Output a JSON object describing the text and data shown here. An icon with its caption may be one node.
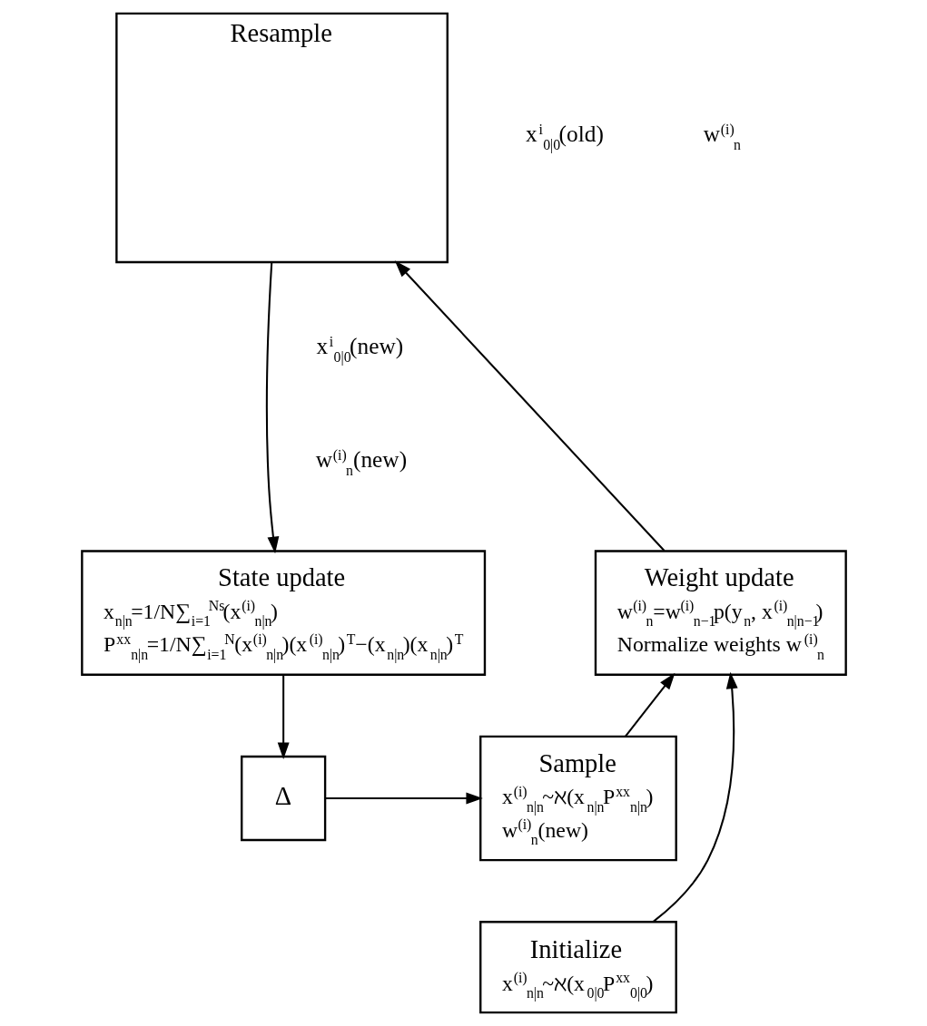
{
  "diagram": {
    "nodes": [
      {
        "text": [
          "Resample"
        ]
      },
      {
        "text": [
          "State update",
          "x$_{n|n}$=1/N∑$_{i=1}$$^{Ns}$(x$^{(i)}$$_{n|n}$)",
          "P$^{xx}$$_{n|n}$=1/N∑$_{i=1}$$^{N}$(x$^{(i)}$$_{n|n}$)(x$^{(i)}$$_{n|n}$)$^{T}$−(x$_{n|n}$)(x$_{n|n}$)$^{T}$"
        ]
      },
      {
        "text": [
          "Δ"
        ]
      },
      {
        "text": [
          "Sample",
          "x$^{(i)}$$_{n|n}$~ℵ(x$_{n|n}$P$^{xx}$$_{n|n}$)",
          "w$^{(i)}$$_{n}$(new)"
        ]
      },
      {
        "text": [
          "Initialize",
          "x$^{(i)}$$_{n|n}$~ℵ(x$_{0|0}$P$^{xx}$$_{0|0}$)"
        ]
      },
      {
        "text": [
          "Weight update",
          "w$^{(i)}$$_{n}$=w$^{(i)}$$_{n−1}$p(y$_{n}$, x$^{(i)}$$_{n|n−1}$)",
          "Normalize weights w$^{(i)}$$_{n}$"
        ]
      }
    ],
    "edges": [
      {
        "from": 0,
        "to": 1,
        "arrow": "to"
      },
      {
        "from": 1,
        "to": 2,
        "arrow": "to"
      },
      {
        "from": 2,
        "to": 3,
        "arrow": "to"
      },
      {
        "from": 3,
        "to": 5,
        "arrow": "to"
      },
      {
        "from": 4,
        "to": 5,
        "arrow": "to"
      },
      {
        "from": 5,
        "to": 0,
        "arrow": "to"
      }
    ],
    "labels": [
      "x$^{i}$$_{0|0}$(old)",
      "w$^{(i)}$$_{n}$",
      "x$^{i}$$_{0|0}$(new)",
      "w$^{(i)}$$_{n}$(new)"
    ]
  }
}
